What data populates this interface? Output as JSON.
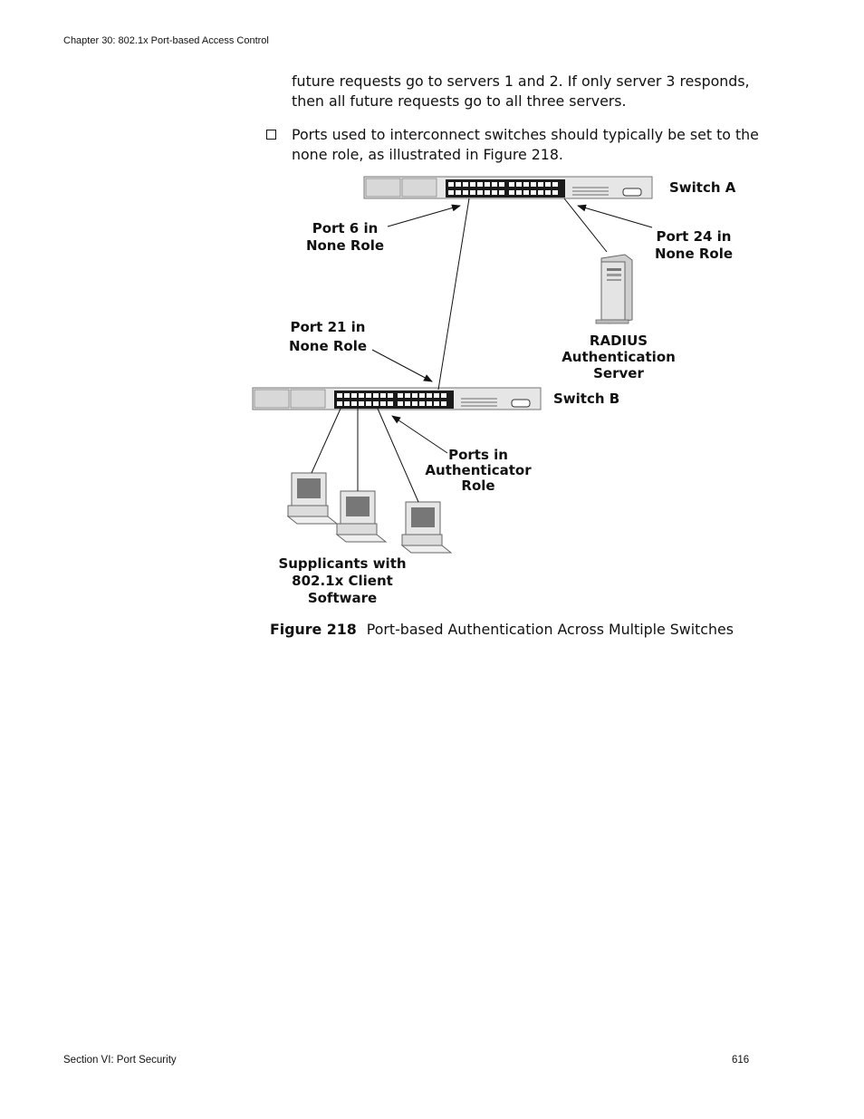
{
  "header": {
    "chapter": "Chapter 30:  802.1x Port-based Access Control"
  },
  "body": {
    "para1_line1": "future requests go to servers 1 and 2. If only server 3 responds,",
    "para1_line2": "then all future requests go to all three servers.",
    "bullet_line1": "Ports used to interconnect switches should typically be set to the",
    "bullet_line2": "none role, as illustrated in Figure 218."
  },
  "figure": {
    "switch_a": "Switch A",
    "switch_b": "Switch B",
    "port6": [
      "Port 6 in",
      "None Role"
    ],
    "port24": [
      "Port 24 in",
      "None Role"
    ],
    "port21": [
      "Port 21 in",
      "None Role"
    ],
    "radius": [
      "RADIUS",
      "Authentication",
      "Server"
    ],
    "auth_ports": [
      "Ports in",
      "Authenticator",
      "Role"
    ],
    "supplicants": [
      "Supplicants with",
      "802.1x Client",
      "Software"
    ],
    "caption_number": "Figure 218",
    "caption_text": "Port-based Authentication Across Multiple Switches"
  },
  "footer": {
    "section": "Section VI: Port Security",
    "page": "616"
  }
}
